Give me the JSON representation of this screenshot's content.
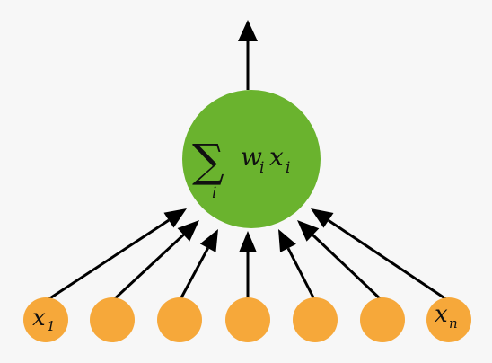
{
  "neuron": {
    "fill_color": "#6ab32e",
    "sigma_symbol": "∑",
    "sum_index": "i",
    "weight_var": "w",
    "weight_sub": "i",
    "input_var": "x",
    "input_sub": "i"
  },
  "inputs": {
    "fill_color": "#f6a83a",
    "count_shown": 7,
    "first_label": {
      "var": "x",
      "sub": "1"
    },
    "last_label": {
      "var": "x",
      "sub": "n"
    }
  },
  "arrow_color": "#000000"
}
